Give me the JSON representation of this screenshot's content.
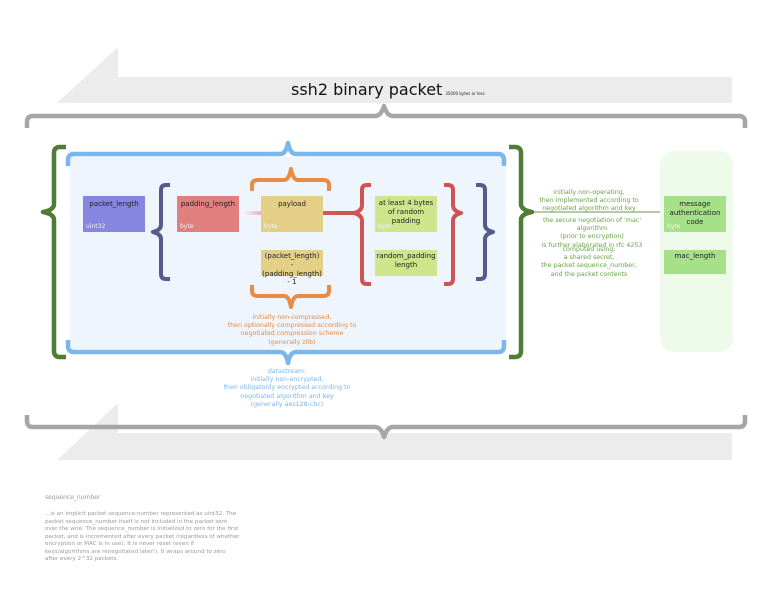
{
  "colors": {
    "arrow": "#ececec",
    "outer_bracket": "#a6a6a6",
    "green_bracket": "#4e7d33",
    "blue": "#7bb6ec",
    "orange": "#e88b45",
    "navy": "#555b8c",
    "red": "#d05353",
    "packet_length_fill": "#8685e0",
    "padding_length_fill": "#e07f7f",
    "payload_fill": "#e3cf85",
    "random_padding_fill": "#cfe48b",
    "mac_fill": "#a6e089",
    "text_green": "#67a546",
    "text_orange": "#e88b45",
    "text_blue": "#7bb6ec"
  },
  "title": "ssh2 binary packet",
  "subtitle": "35000 bytes or less",
  "fields": {
    "packet_length": {
      "label": "packet_length",
      "type": "uint32"
    },
    "padding_length": {
      "label": "padding_length",
      "type": "byte"
    },
    "payload": {
      "label": "payload",
      "type": "byte"
    },
    "payload_size": {
      "label": "(packet_length)\n- (padding_length)\n- 1"
    },
    "random_padding": {
      "label": "at least 4 bytes\nof random\npadding",
      "type": "byte"
    },
    "random_padding_length": {
      "label": "random_padding\nlength"
    },
    "mac": {
      "label": "message\nauthentication\ncode",
      "type": "byte"
    },
    "mac_length": {
      "label": "mac_length"
    }
  },
  "notes": {
    "compression": "initially non-compressed,\nthen optionally compressed according to\nnegotiated compression scheme\n(generally zlib)",
    "encryption": "datastream:\ninitially non-encrypted,\nthen obligatorily encrypted according to\nnegotiated algorithm and key\n(generally aes128-cbc)",
    "mac_operating": "initially non-operating,\nthen implemented according to\nnegotiated algorithm and key",
    "mac_negotiation": "the secure negotiation of 'mac' algorithm\n(prior to encryption)\nis further elaborated in rfc 4253",
    "mac_computed": "computed using:\na shared secret,\nthe packet sequence_number,\nand the packet contents"
  },
  "sequence": {
    "name": "sequence_number",
    "description": "...is an implicit packet sequence number represented as uint32. The packet sequence_number itself is not included in the packet sent over the wire. The sequence_number is initialized to zero for the first packet, and is incremented after every packet (regardless of whether encryption or MAC is in use). It is never reset (even if keys/algorithms are renegotiated later!). It wraps around to zero after every 2^32 packets."
  }
}
